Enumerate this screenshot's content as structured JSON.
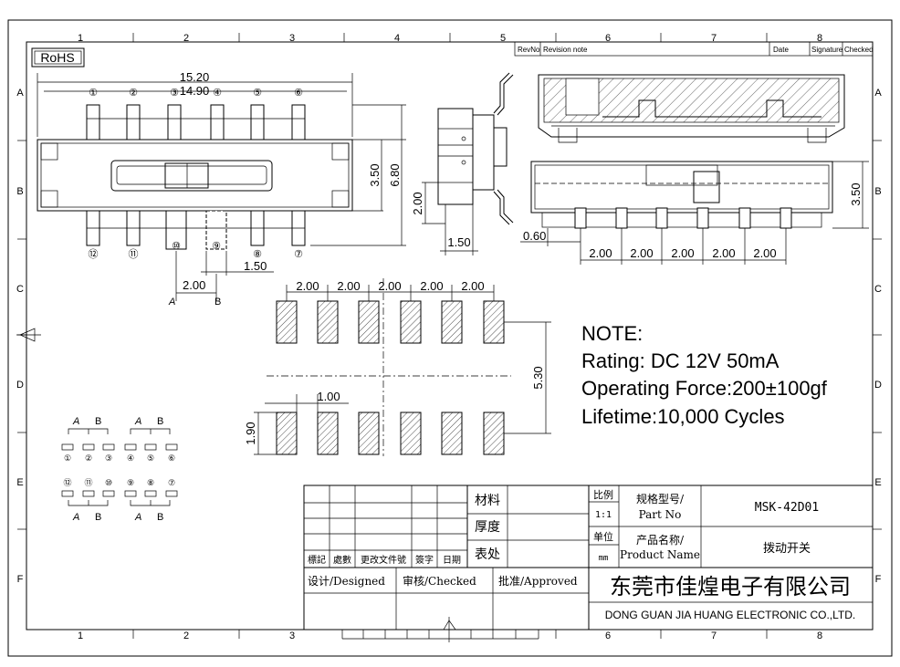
{
  "frame": {
    "columns": [
      "1",
      "2",
      "3",
      "4",
      "5",
      "6",
      "7",
      "8"
    ],
    "rows": [
      "A",
      "B",
      "C",
      "D",
      "E",
      "F"
    ]
  },
  "rohs": "RoHS",
  "revision_header": {
    "revno": "RevNo",
    "revision_note": "Revision note",
    "date": "Date",
    "signature": "Signature",
    "checked": "Checked"
  },
  "top_view": {
    "dim_overall": "15.20",
    "dim_inner": "14.90",
    "dim_height_inner": "3.50",
    "dim_height_outer": "6.80",
    "dim_pitch": "2.00",
    "dim_pin_width": "1.50",
    "label_a": "A",
    "label_b": "B",
    "top_pins": [
      "①",
      "②",
      "③",
      "④",
      "⑤",
      "⑥"
    ],
    "bottom_pins": [
      "⑫",
      "⑪",
      "⑩",
      "⑨",
      "⑧",
      "⑦"
    ]
  },
  "side_view": {
    "dim_height": "2.00",
    "dim_width": "1.50"
  },
  "front_view": {
    "dim_height": "3.50",
    "dim_offset": "0.60",
    "dim_pitches": [
      "2.00",
      "2.00",
      "2.00",
      "2.00",
      "2.00"
    ]
  },
  "pad_layout": {
    "dim_pitches": [
      "2.00",
      "2.00",
      "2.00",
      "2.00",
      "2.00"
    ],
    "dim_row_span": "5.30",
    "dim_pad_width": "1.00",
    "dim_pad_height": "1.90"
  },
  "schematic": {
    "a": "A",
    "b": "B",
    "top_row": [
      "①",
      "②",
      "③",
      "④",
      "⑤",
      "⑥"
    ],
    "bottom_row": [
      "⑫",
      "⑪",
      "⑩",
      "⑨",
      "⑧",
      "⑦"
    ]
  },
  "note": {
    "title": "NOTE:",
    "rating": "Rating: DC 12V  50mA",
    "force": "Operating Force:200±100gf",
    "lifetime": "Lifetime:10,000 Cycles"
  },
  "title_block": {
    "material_label": "材料",
    "thickness_label": "厚度",
    "surface_label": "表处",
    "scale_label": "比例",
    "scale_value": "1:1",
    "unit_label": "单位",
    "unit_value": "mm",
    "part_no_label_cn": "规格型号/",
    "part_no_label_en": "Part No",
    "part_no_value": "MSK-42D01",
    "product_name_label_cn": "产品名称/",
    "product_name_label_en": "Product Name",
    "product_name_value": "拨动开关",
    "rev_cols": [
      "標記",
      "處數",
      "更改文件號",
      "簽字",
      "日期"
    ],
    "designed": "设计/Designed",
    "checked": "审核/Checked",
    "approved": "批准/Approved",
    "company_cn": "东莞市佳煌电子有限公司",
    "company_en": "DONG GUAN JIA HUANG  ELECTRONIC CO.,LTD."
  }
}
